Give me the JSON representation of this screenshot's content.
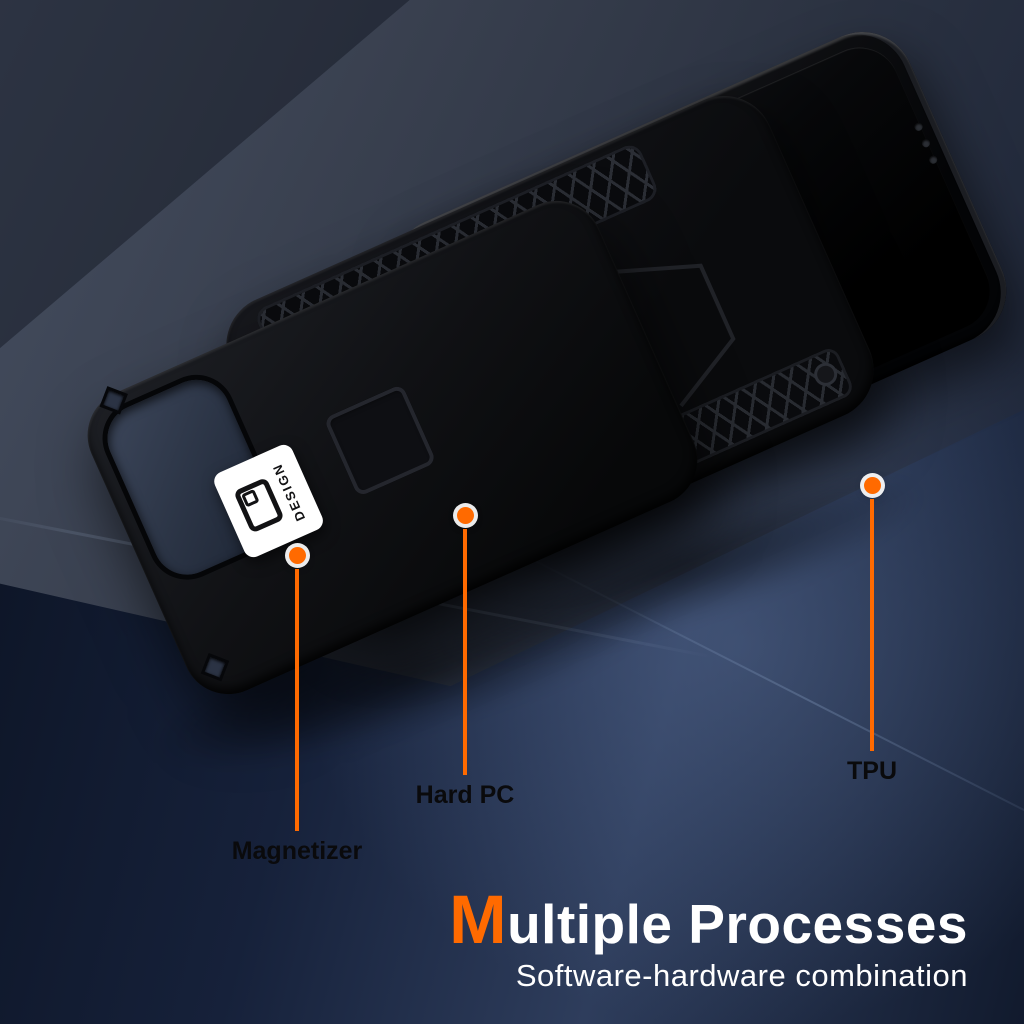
{
  "design_badge": {
    "text": "DESIGN"
  },
  "callouts": [
    {
      "label": "Magnetizer"
    },
    {
      "label": "Hard PC"
    },
    {
      "label": "TPU"
    }
  ],
  "title": {
    "accent": "M",
    "rest": "ultiple Processes"
  },
  "subtitle": "Software-hardware combination",
  "icons": {
    "design_badge_icon": "phone-case-icon"
  },
  "colors": {
    "accent_orange": "#ff6a00",
    "background_slate": "#39404f",
    "floor_navy": "#16213a",
    "case_black": "#0c0d10",
    "callout_text": "#0a0a0c",
    "title_text": "#ffffff",
    "badge_bg": "#ffffff"
  }
}
